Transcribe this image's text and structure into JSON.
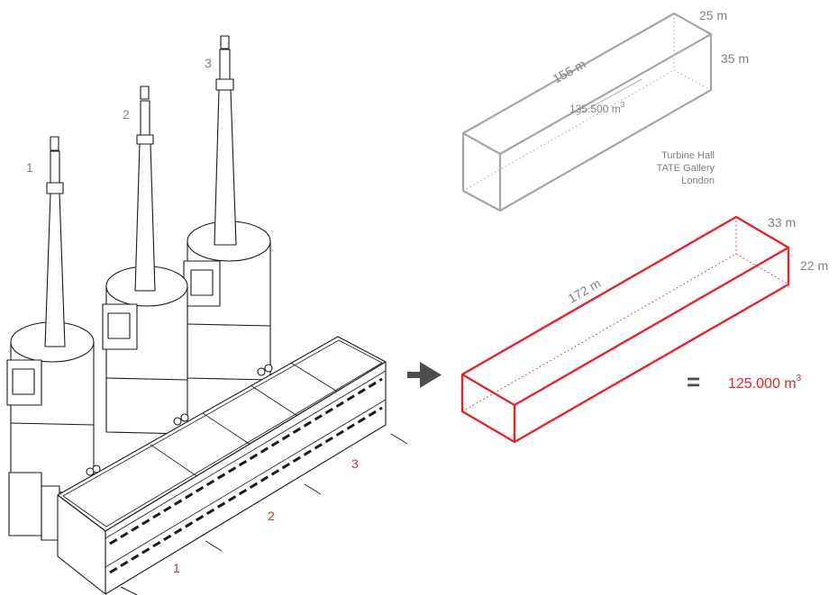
{
  "building": {
    "chimney_labels": [
      "1",
      "2",
      "3"
    ],
    "section_labels": [
      "1",
      "2",
      "3"
    ]
  },
  "reference_box": {
    "length": "155 m",
    "width": "25 m",
    "height": "35 m",
    "volume_base": "135.500 m",
    "volume_exp": "3",
    "caption": [
      "Turbine Hall",
      "TATE Gallery",
      "London"
    ]
  },
  "proposed_box": {
    "length": "172 m",
    "width": "33 m",
    "height": "22 m",
    "equals": "=",
    "volume_base": "125.000 m",
    "volume_exp": "3"
  },
  "arrow_icon": "arrow-right-icon",
  "colors": {
    "line": "#1a1a1a",
    "reference": "#a6a6a6",
    "proposed": "#e8232b",
    "text_gray": "#808080",
    "arrow": "#4d4d4d"
  }
}
